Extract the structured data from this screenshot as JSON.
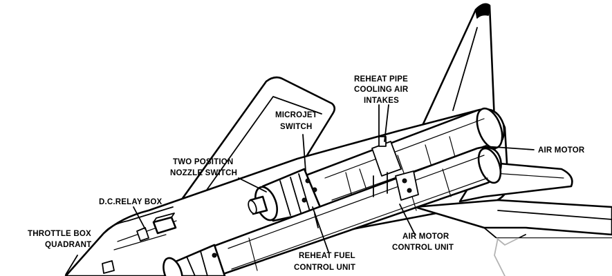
{
  "diagram": {
    "labels": {
      "reheat_pipe_cooling": [
        "REHEAT PIPE",
        "COOLING AIR",
        "INTAKES"
      ],
      "microjet_switch": [
        "MICROJET",
        "SWITCH"
      ],
      "two_position_nozzle_switch": [
        "TWO POSITION",
        "NOZZLE SWITCH"
      ],
      "air_motor": "AIR MOTOR",
      "dc_relay_box": "D.C.RELAY BOX",
      "throttle_box_quadrant": [
        "THROTTLE BOX",
        "QUADRANT"
      ],
      "air_motor_control_unit": [
        "AIR MOTOR",
        "CONTROL UNIT"
      ],
      "reheat_fuel_control_unit": [
        "REHEAT FUEL",
        "CONTROL UNIT"
      ]
    }
  }
}
